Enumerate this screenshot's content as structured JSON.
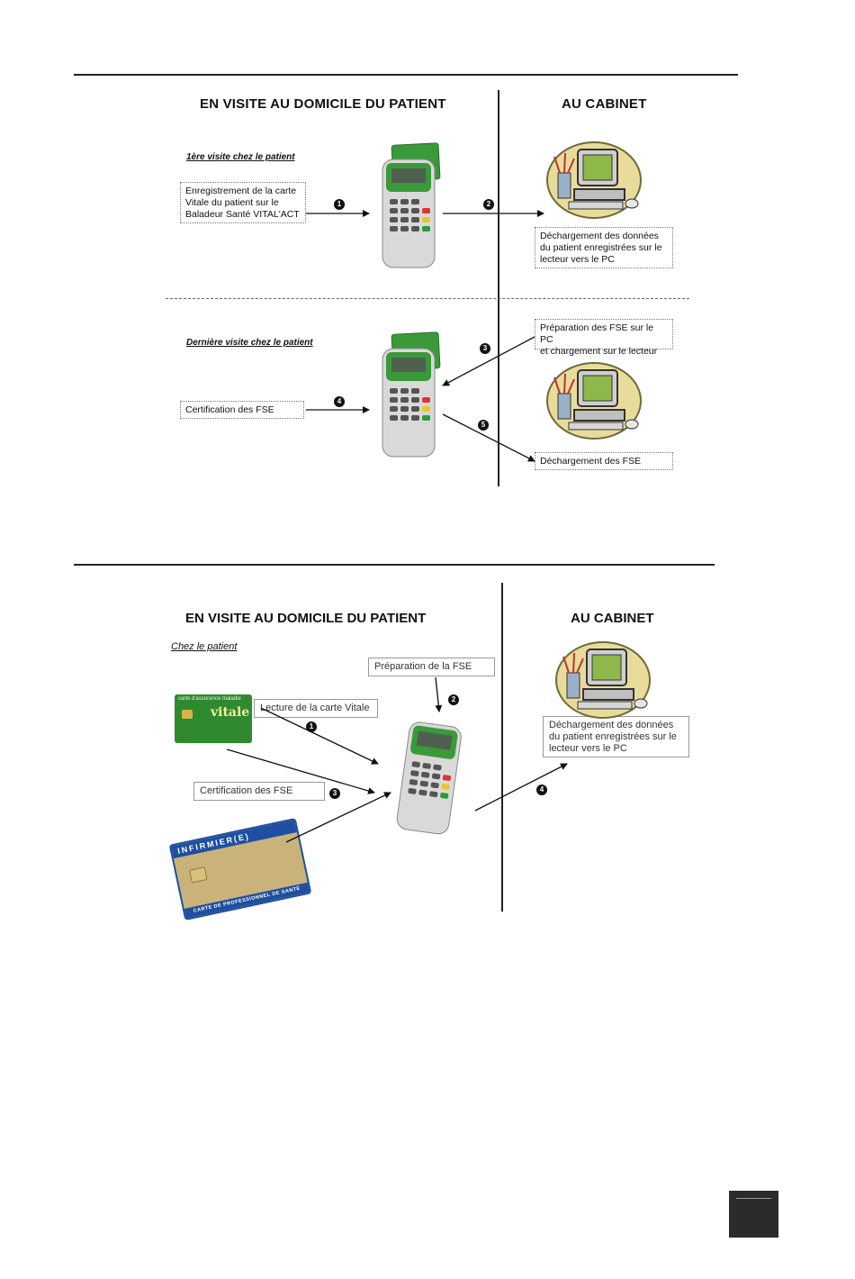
{
  "diagram1": {
    "left_title": "EN VISITE AU DOMICILE DU PATIENT",
    "right_title": "AU CABINET",
    "visit1_label": "1ère visite chez le patient",
    "box_enregistrement": [
      "Enregistrement de la carte",
      "Vitale du patient sur le",
      "Baladeur Santé VITAL'ACT"
    ],
    "box_dechargement1": [
      "Déchargement des données",
      "du patient enregistrées sur le",
      "lecteur vers le PC"
    ],
    "visit2_label": "Dernière visite chez le patient",
    "box_preparation": [
      "Préparation des FSE sur le PC",
      "et chargement sur le lecteur"
    ],
    "box_certification": "Certification des FSE",
    "box_dechargement2": "Déchargement des FSE",
    "numbers": [
      "1",
      "2",
      "3",
      "4",
      "5"
    ]
  },
  "diagram2": {
    "left_title": "EN VISITE AU DOMICILE DU PATIENT",
    "right_title": "AU CABINET",
    "visit_label": "Chez le patient",
    "box_preparation": "Préparation de la FSE",
    "box_lecture": "Lecture de la carte Vitale",
    "box_certification": "Certification des FSE",
    "box_dechargement": [
      "Déchargement des données",
      "du patient enregistrées sur le",
      "lecteur vers le PC"
    ],
    "vitale_card": {
      "header": "carte d'assurance maladie",
      "brand": "vitale"
    },
    "cps_card": {
      "header": "INFIRMIER(E)",
      "footer": "CARTE DE PROFESSIONNEL DE SANTÉ"
    },
    "numbers": [
      "1",
      "2",
      "3",
      "4"
    ]
  },
  "colors": {
    "reader_green": "#3a9a3a",
    "card_green": "#2f8a2f",
    "card_blue": "#1f4fa0",
    "monitor": "#8fb84a"
  }
}
